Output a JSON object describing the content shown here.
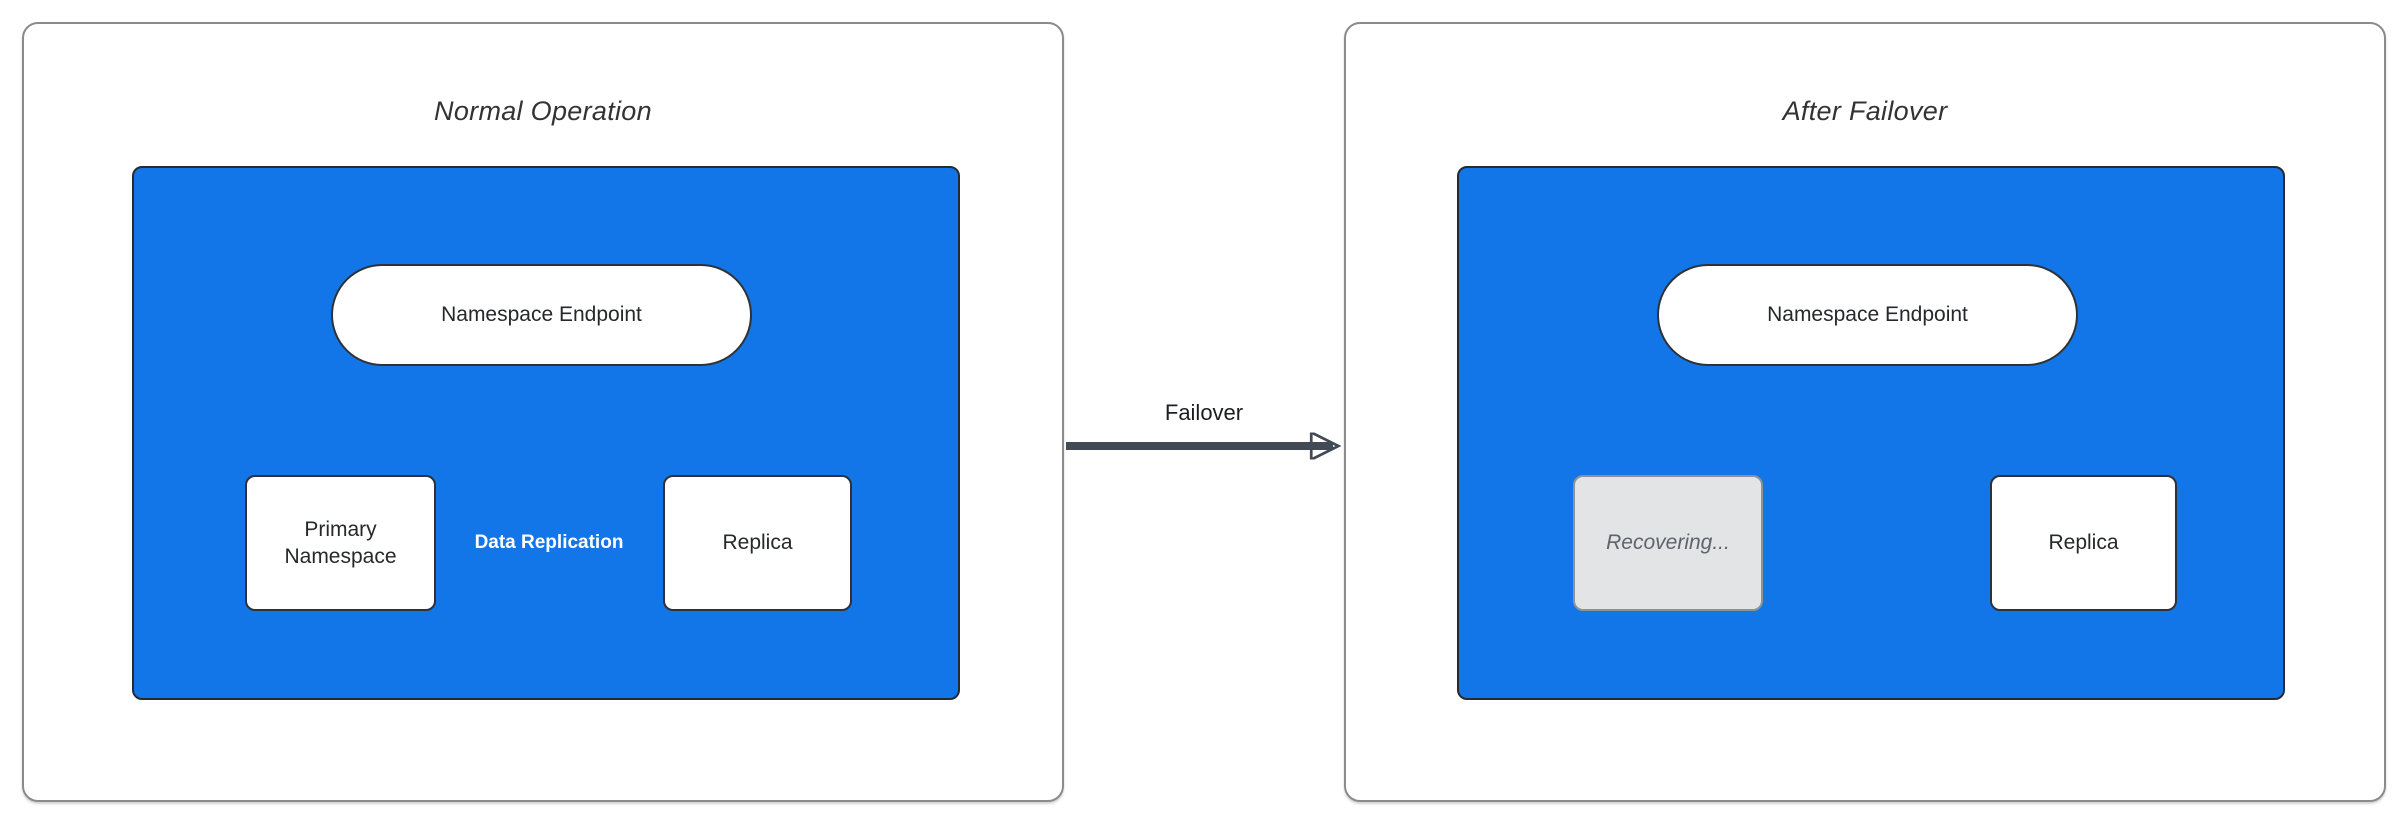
{
  "diagram": {
    "panels": [
      {
        "title": "Normal Operation",
        "nodes": {
          "endpoint": "Namespace Endpoint",
          "primary": "Primary Namespace",
          "replica": "Replica"
        },
        "edge_label": "Data Replication"
      },
      {
        "title": "After Failover",
        "nodes": {
          "endpoint": "Namespace Endpoint",
          "recovering": "Recovering...",
          "replica": "Replica"
        }
      }
    ],
    "failover_label": "Failover",
    "colors": {
      "cluster_fill": "#1276e8",
      "cluster_border": "#262b31",
      "edge_stroke": "#414a55",
      "node_border": "#2e3237",
      "recovering_fill": "#e2e4e6",
      "recovering_text": "#5f646b",
      "panel_border": "#8b8b8b",
      "title_text": "#333333",
      "edge_label_text": "#ffffff"
    }
  }
}
